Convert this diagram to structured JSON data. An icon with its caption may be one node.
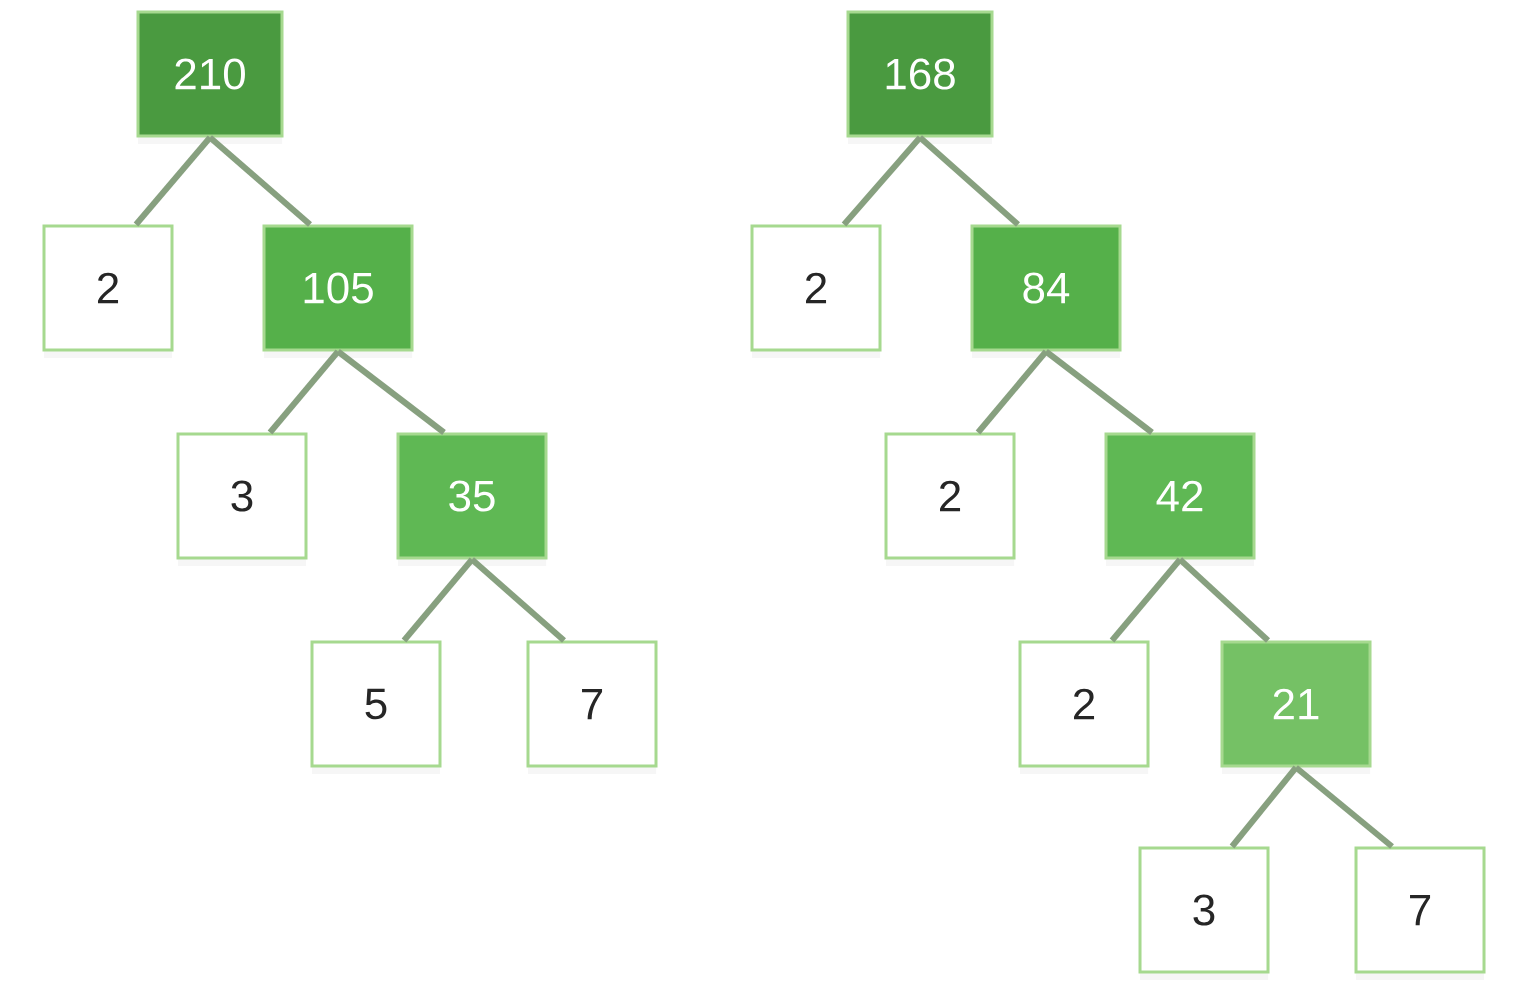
{
  "diagram": {
    "nodes": [
      {
        "text": [
          "210"
        ]
      },
      {
        "text": [
          "2"
        ]
      },
      {
        "text": [
          "105"
        ]
      },
      {
        "text": [
          "3"
        ]
      },
      {
        "text": [
          "35"
        ]
      },
      {
        "text": [
          "5"
        ]
      },
      {
        "text": [
          "7"
        ]
      },
      {
        "text": [
          "168"
        ]
      },
      {
        "text": [
          "2"
        ]
      },
      {
        "text": [
          "84"
        ]
      },
      {
        "text": [
          "2"
        ]
      },
      {
        "text": [
          "42"
        ]
      },
      {
        "text": [
          "2"
        ]
      },
      {
        "text": [
          "21"
        ]
      },
      {
        "text": [
          "3"
        ]
      },
      {
        "text": [
          "7"
        ]
      }
    ],
    "edges": [
      {
        "from": 0,
        "to": 1,
        "arrow": "none"
      },
      {
        "from": 0,
        "to": 2,
        "arrow": "none"
      },
      {
        "from": 2,
        "to": 3,
        "arrow": "none"
      },
      {
        "from": 2,
        "to": 4,
        "arrow": "none"
      },
      {
        "from": 4,
        "to": 5,
        "arrow": "none"
      },
      {
        "from": 4,
        "to": 6,
        "arrow": "none"
      },
      {
        "from": 7,
        "to": 8,
        "arrow": "none"
      },
      {
        "from": 7,
        "to": 9,
        "arrow": "none"
      },
      {
        "from": 9,
        "to": 10,
        "arrow": "none"
      },
      {
        "from": 9,
        "to": 11,
        "arrow": "none"
      },
      {
        "from": 11,
        "to": 12,
        "arrow": "none"
      },
      {
        "from": 11,
        "to": 13,
        "arrow": "none"
      },
      {
        "from": 13,
        "to": 14,
        "arrow": "none"
      },
      {
        "from": 13,
        "to": 15,
        "arrow": "none"
      }
    ]
  }
}
